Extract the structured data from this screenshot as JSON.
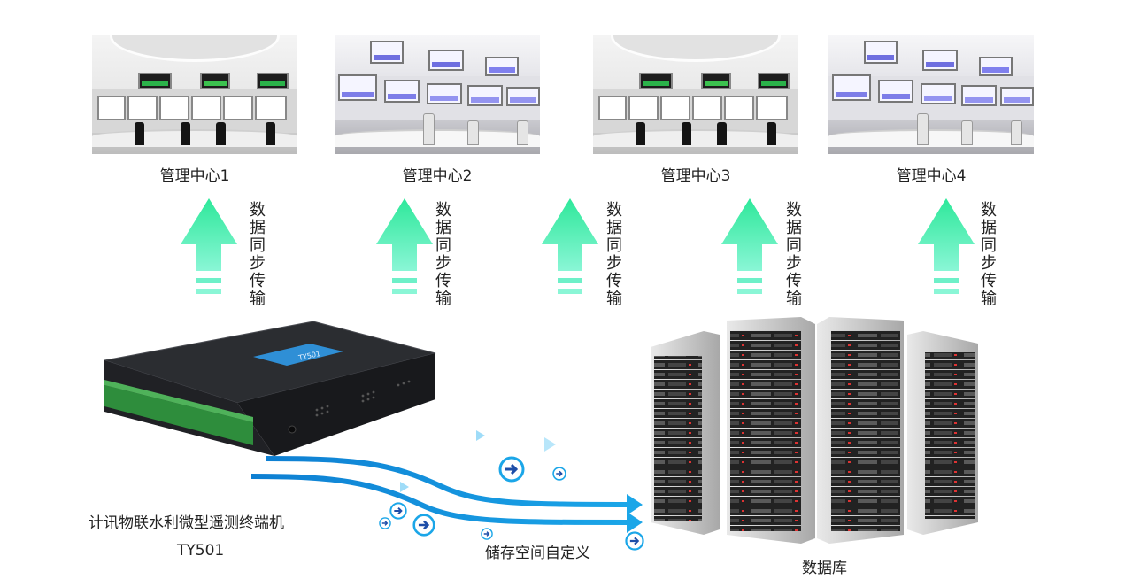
{
  "centers": [
    {
      "label": "管理中心1"
    },
    {
      "label": "管理中心2"
    },
    {
      "label": "管理中心3"
    },
    {
      "label": "管理中心4"
    }
  ],
  "sync_label": "数据同步传输",
  "device": {
    "name": "计讯物联水利微型遥测终端机",
    "model": "TY501",
    "panel_text": "TY501"
  },
  "storage_label": "储存空间自定义",
  "database_label": "数据库",
  "colors": {
    "arrow_top": "#2ee89a",
    "arrow_bottom": "#7df5ce",
    "flow_main": "#1ba6e8",
    "flow_dark": "#1e3c9c"
  }
}
